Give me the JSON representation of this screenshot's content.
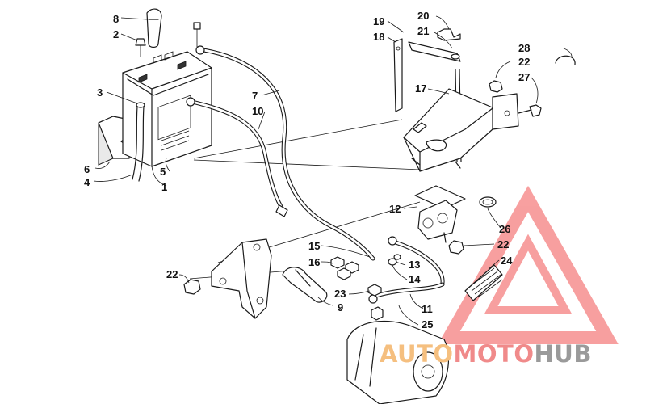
{
  "callouts": [
    {
      "num": "8"
    },
    {
      "num": "2"
    },
    {
      "num": "3"
    },
    {
      "num": "6"
    },
    {
      "num": "4"
    },
    {
      "num": "5"
    },
    {
      "num": "1"
    },
    {
      "num": "7"
    },
    {
      "num": "10"
    },
    {
      "num": "19"
    },
    {
      "num": "18"
    },
    {
      "num": "20"
    },
    {
      "num": "21"
    },
    {
      "num": "17"
    },
    {
      "num": "28"
    },
    {
      "num": "22"
    },
    {
      "num": "27"
    },
    {
      "num": "12"
    },
    {
      "num": "26"
    },
    {
      "num": "22"
    },
    {
      "num": "24"
    },
    {
      "num": "15"
    },
    {
      "num": "16"
    },
    {
      "num": "13"
    },
    {
      "num": "14"
    },
    {
      "num": "22"
    },
    {
      "num": "23"
    },
    {
      "num": "9"
    },
    {
      "num": "11"
    },
    {
      "num": "25"
    }
  ],
  "watermark": {
    "brand_auto": "AUTO",
    "brand_moto": "MOTO",
    "brand_hub": "HUB",
    "color_auto": "#f5bf7f",
    "color_moto": "#f08a8a",
    "color_hub": "#9a9a9a",
    "triangle_color": "#f58080"
  }
}
